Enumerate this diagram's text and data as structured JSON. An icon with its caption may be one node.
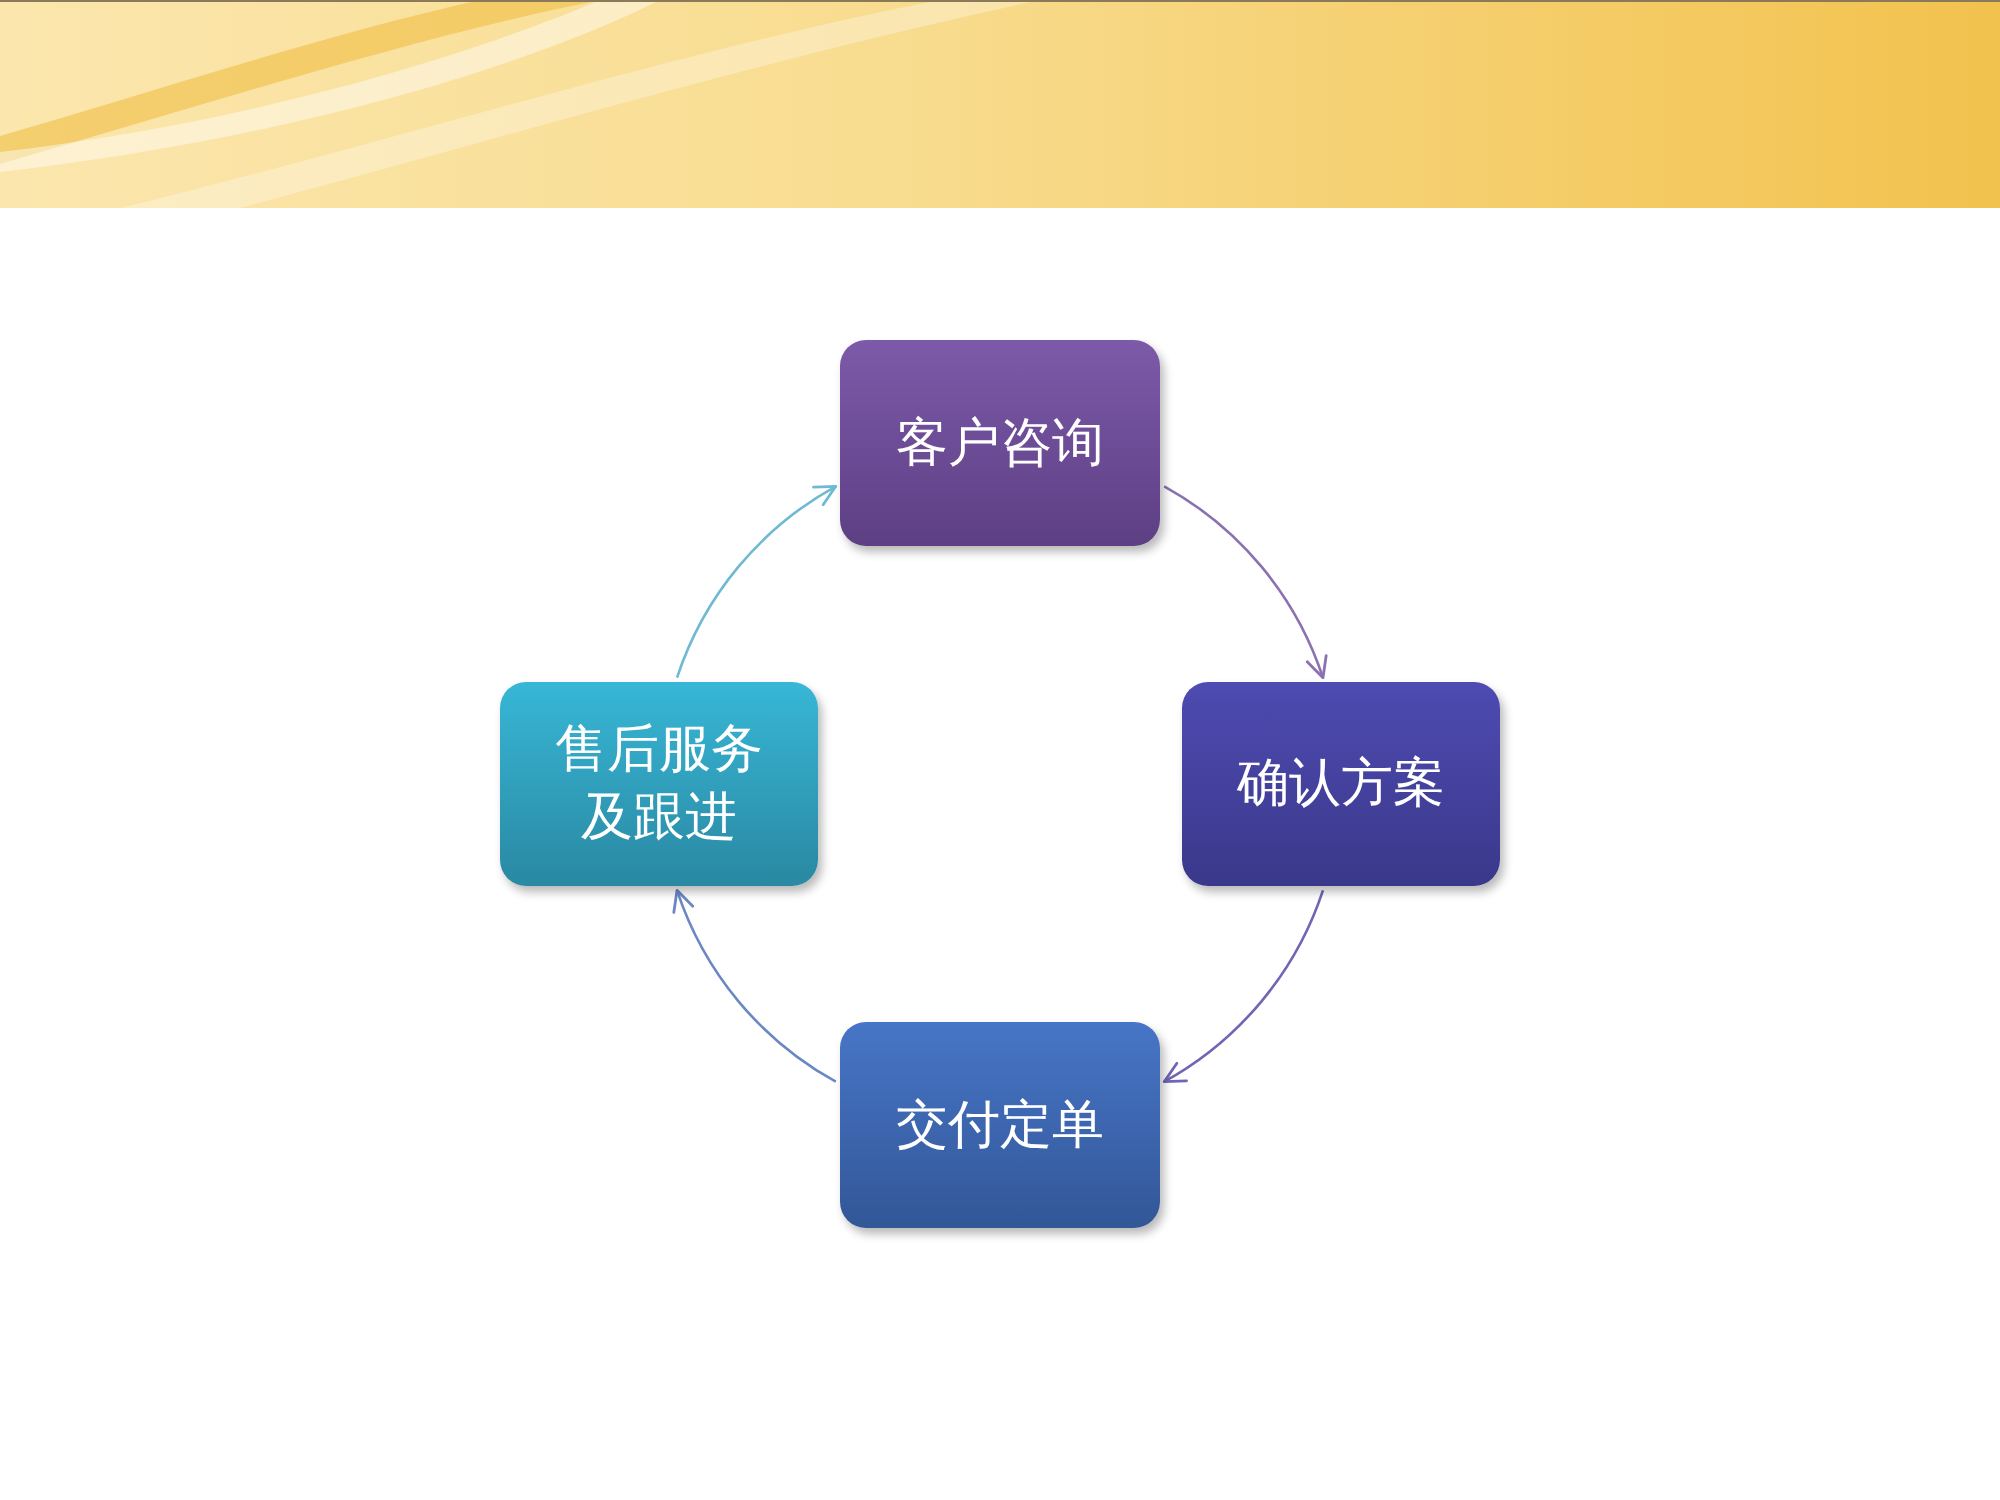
{
  "diagram": {
    "nodes": [
      {
        "text": [
          "客户咨询"
        ]
      },
      {
        "text": [
          "确认方案"
        ]
      },
      {
        "text": [
          "交付定单"
        ]
      },
      {
        "text": [
          "售后服务及跟进"
        ]
      }
    ],
    "edges": [
      {
        "from": 0,
        "to": 1,
        "arrow": "to",
        "color": "#8a72b0"
      },
      {
        "from": 1,
        "to": 2,
        "arrow": "to",
        "color": "#6f66b5"
      },
      {
        "from": 2,
        "to": 3,
        "arrow": "to",
        "color": "#6b88c4"
      },
      {
        "from": 3,
        "to": 0,
        "arrow": "to",
        "color": "#6fb9d2"
      }
    ]
  }
}
